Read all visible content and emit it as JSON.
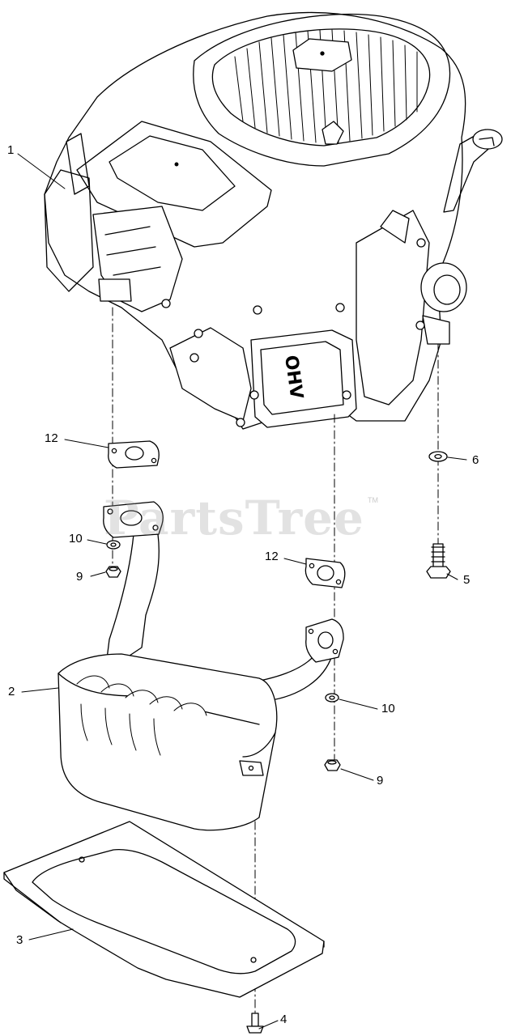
{
  "watermark": {
    "text": "PartsTree",
    "mark": "TM"
  },
  "engine": {
    "cover_text": "OHV"
  },
  "callouts": [
    {
      "id": "c1",
      "label": "1"
    },
    {
      "id": "c2",
      "label": "2"
    },
    {
      "id": "c3",
      "label": "3"
    },
    {
      "id": "c4",
      "label": "4"
    },
    {
      "id": "c5",
      "label": "5"
    },
    {
      "id": "c6",
      "label": "6"
    },
    {
      "id": "c9a",
      "label": "9"
    },
    {
      "id": "c9b",
      "label": "9"
    },
    {
      "id": "c10a",
      "label": "10"
    },
    {
      "id": "c10b",
      "label": "10"
    },
    {
      "id": "c12a",
      "label": "12"
    },
    {
      "id": "c12b",
      "label": "12"
    }
  ]
}
